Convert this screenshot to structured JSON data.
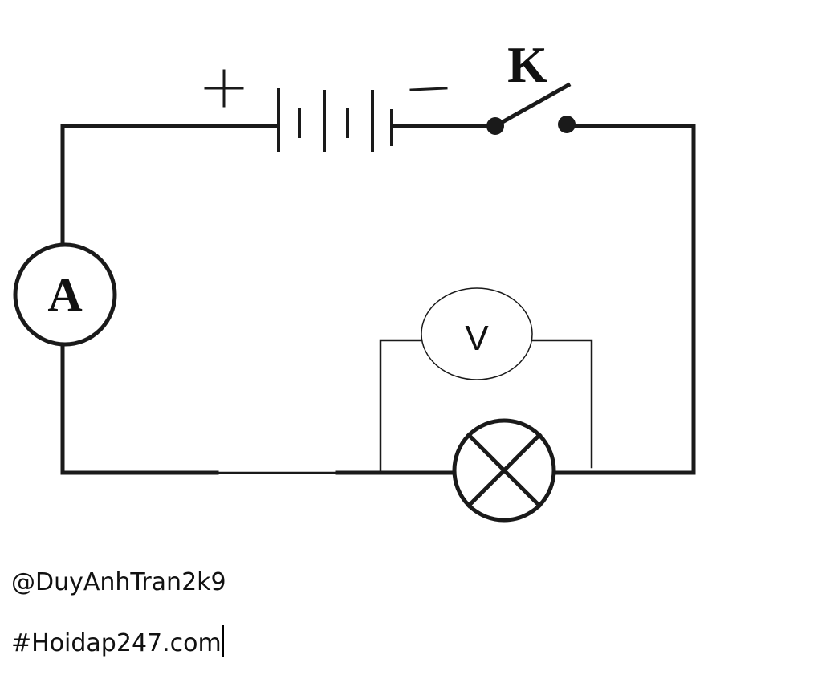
{
  "diagram": {
    "battery": {
      "positive_label": "+",
      "negative_label": "−"
    },
    "switch": {
      "label": "K"
    },
    "ammeter": {
      "label": "A"
    },
    "voltmeter": {
      "label": "V"
    }
  },
  "captions": {
    "author": "@DuyAnhTran2k9",
    "site": "#Hoidap247.com"
  },
  "colors": {
    "wire": "#1a1a1a",
    "background": "#ffffff"
  }
}
